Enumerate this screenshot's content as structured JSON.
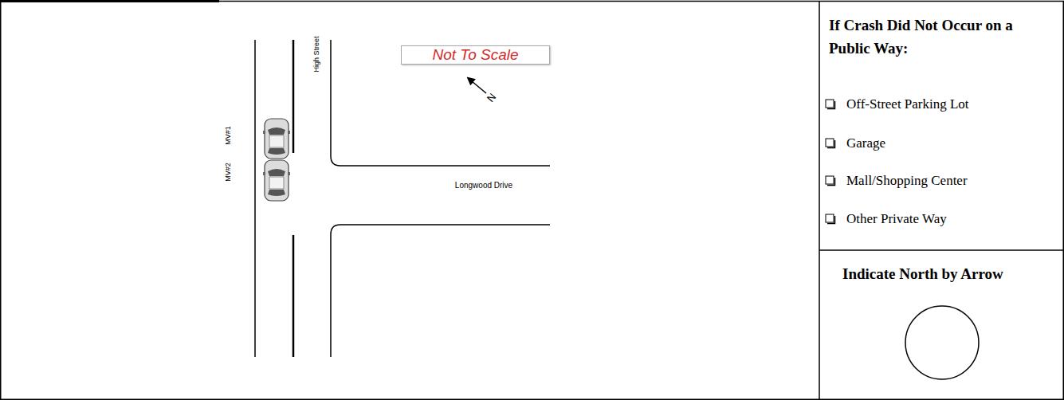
{
  "diagram": {
    "nodes": [
      {
        "text": [
          "Not To Scale"
        ]
      },
      {
        "text": [
          "If Crash Did Not Occur on a Public Way:",
          "Off-Street Parking Lot",
          "Garage",
          "Mall/Shopping Center",
          "Other Private Way"
        ]
      },
      {
        "text": [
          "Indicate North by Arrow"
        ]
      }
    ],
    "labels": [
      "High Street",
      "MV#1",
      "MV#2",
      "Longwood Drive",
      "N"
    ]
  }
}
